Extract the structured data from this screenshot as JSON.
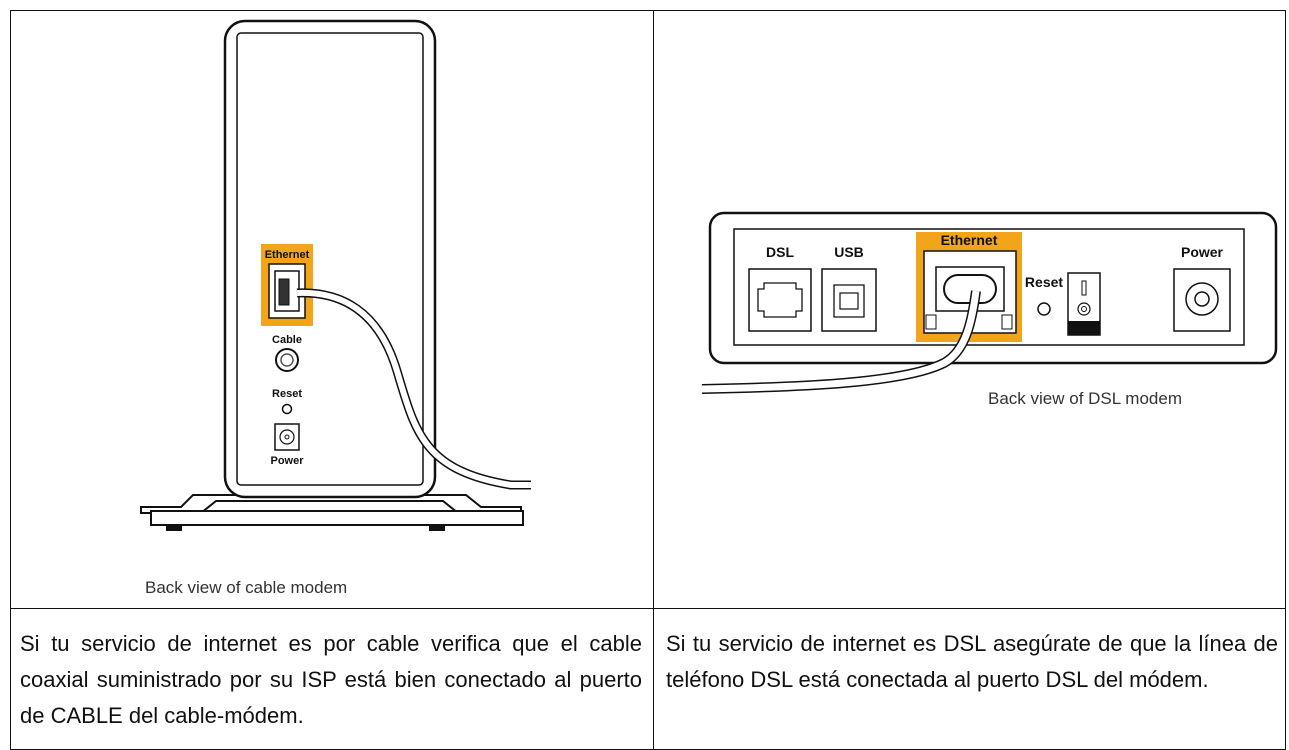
{
  "left_figure": {
    "labels": {
      "ethernet": "Ethernet",
      "cable": "Cable",
      "reset": "Reset",
      "power": "Power"
    },
    "caption": "Back view of cable modem"
  },
  "right_figure": {
    "labels": {
      "dsl": "DSL",
      "usb": "USB",
      "ethernet": "Ethernet",
      "reset": "Reset",
      "power": "Power"
    },
    "caption": "Back view of DSL modem"
  },
  "text": {
    "left": "Si tu servicio de internet es por cable verifica que el cable coaxial suministrado por su ISP está bien conectado al puerto de CABLE del cable-módem.",
    "right": "Si tu servicio de internet es DSL asegúrate de que la línea de teléfono DSL está conectada al puerto DSL del módem."
  },
  "colors": {
    "highlight": "#f2a51a",
    "border": "#111111"
  }
}
